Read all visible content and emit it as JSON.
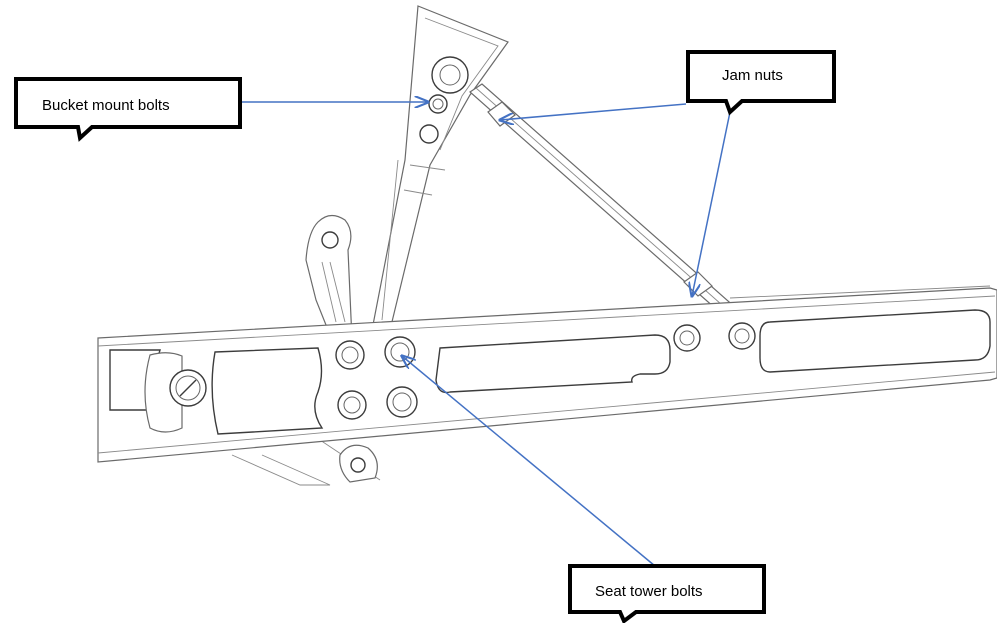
{
  "callouts": {
    "bucket_mount_bolts": "Bucket mount bolts",
    "jam_nuts": "Jam nuts",
    "seat_tower_bolts": "Seat tower bolts"
  },
  "colors": {
    "arrow": "#4472c4",
    "callout_border": "#000000",
    "drawing_line": "#6a6a6a",
    "background": "#ffffff"
  }
}
